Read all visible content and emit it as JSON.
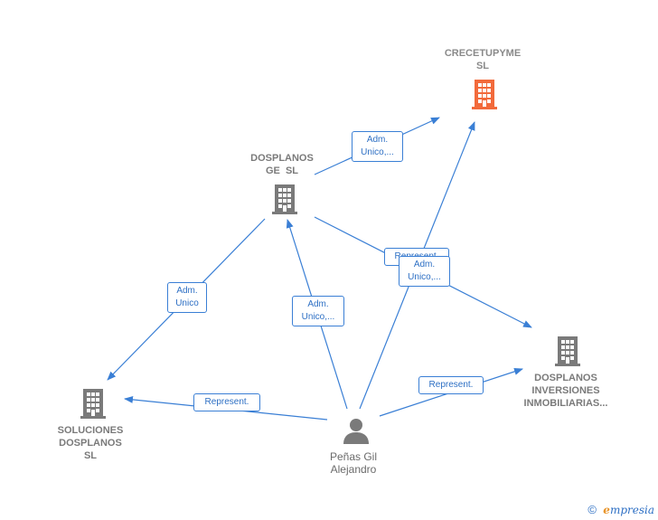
{
  "nodes": {
    "crecetupyme": {
      "lines": [
        "CRECETUPYME",
        "SL"
      ],
      "icon": "building-icon",
      "color": "#f26a3b"
    },
    "dosplanos_ge": {
      "lines": [
        "DOSPLANOS",
        "GE  SL"
      ],
      "icon": "building-icon",
      "color": "#7a7a7a"
    },
    "soluciones": {
      "lines": [
        "SOLUCIONES",
        "DOSPLANOS",
        "SL"
      ],
      "icon": "building-icon",
      "color": "#7a7a7a"
    },
    "inversiones": {
      "lines": [
        "DOSPLANOS",
        "INVERSIONES",
        "INMOBILIARIAS..."
      ],
      "icon": "building-icon",
      "color": "#7a7a7a"
    },
    "person": {
      "lines": [
        "Peñas Gil",
        "Alejandro"
      ],
      "icon": "person-icon",
      "color": "#7a7a7a"
    }
  },
  "edges": {
    "ge_to_crece": {
      "lines": [
        "Adm.",
        "Unico,..."
      ]
    },
    "ge_to_soluciones": {
      "lines": [
        "Adm.",
        "Unico"
      ]
    },
    "person_to_ge": {
      "lines": [
        "Adm.",
        "Unico,..."
      ]
    },
    "ge_to_inversiones": {
      "lines": [
        "Represent."
      ]
    },
    "person_to_crece": {
      "lines": [
        "Adm.",
        "Unico,..."
      ]
    },
    "person_to_soluciones": {
      "lines": [
        "Represent."
      ]
    },
    "person_to_inversiones": {
      "lines": [
        "Represent."
      ]
    }
  },
  "footer": {
    "copyright": "©",
    "brand_initial": "e",
    "brand_rest": "mpresia"
  },
  "colors": {
    "edge": "#3a7fd5",
    "accent": "#f26a3b",
    "icon": "#7a7a7a"
  }
}
